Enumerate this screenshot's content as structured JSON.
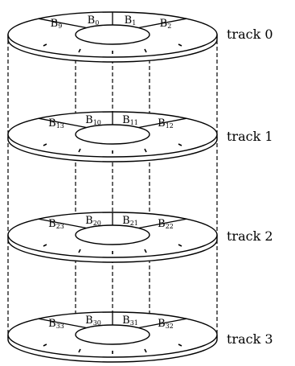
{
  "diagram": {
    "colors": {
      "stroke": "#000000",
      "background": "#ffffff"
    },
    "tracks": [
      {
        "label": "track 0",
        "blocks": [
          {
            "main": "B",
            "sub": "9"
          },
          {
            "main": "B",
            "sub": "0"
          },
          {
            "main": "B",
            "sub": "1"
          },
          {
            "main": "B",
            "sub": "2"
          }
        ]
      },
      {
        "label": "track 1",
        "blocks": [
          {
            "main": "B",
            "sub": "13"
          },
          {
            "main": "B",
            "sub": "10"
          },
          {
            "main": "B",
            "sub": "11"
          },
          {
            "main": "B",
            "sub": "12"
          }
        ]
      },
      {
        "label": "track 2",
        "blocks": [
          {
            "main": "B",
            "sub": "23"
          },
          {
            "main": "B",
            "sub": "20"
          },
          {
            "main": "B",
            "sub": "21"
          },
          {
            "main": "B",
            "sub": "22"
          }
        ]
      },
      {
        "label": "track 3",
        "blocks": [
          {
            "main": "B",
            "sub": "33"
          },
          {
            "main": "B",
            "sub": "30"
          },
          {
            "main": "B",
            "sub": "31"
          },
          {
            "main": "B",
            "sub": "32"
          }
        ]
      }
    ]
  }
}
